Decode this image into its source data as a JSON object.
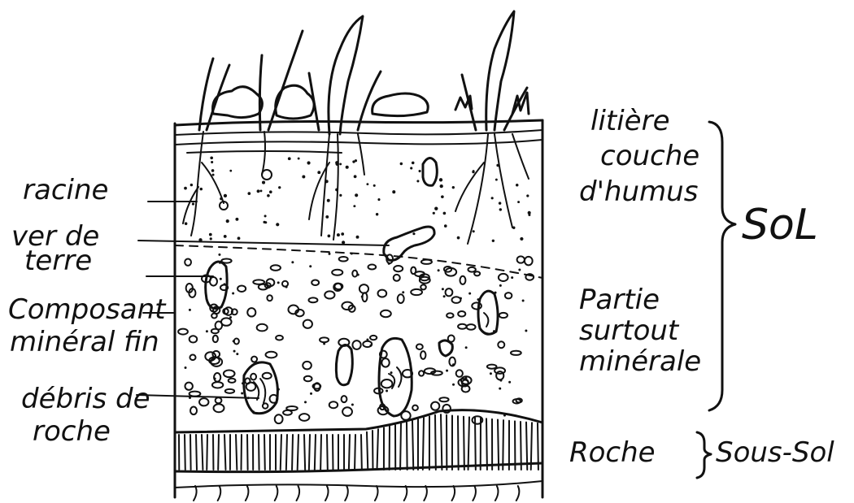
{
  "labels_left": {
    "racine": "racine",
    "ver_line1": "ver de",
    "ver_line2": "terre",
    "composant_line1": "Composant",
    "composant_line2": "minéral fin",
    "debris_line1": "débris de",
    "debris_line2": "roche"
  },
  "labels_right": {
    "litiere": "litière",
    "couche_line1": "couche",
    "couche_line2": "d'humus",
    "partie_line1": "Partie",
    "partie_line2": "surtout",
    "partie_line3": "minérale",
    "roche": "Roche"
  },
  "groups": {
    "sol": "SoL",
    "sous_sol": "Sous-Sol"
  },
  "colors": {
    "ink": "#111111",
    "paper": "#ffffff"
  }
}
